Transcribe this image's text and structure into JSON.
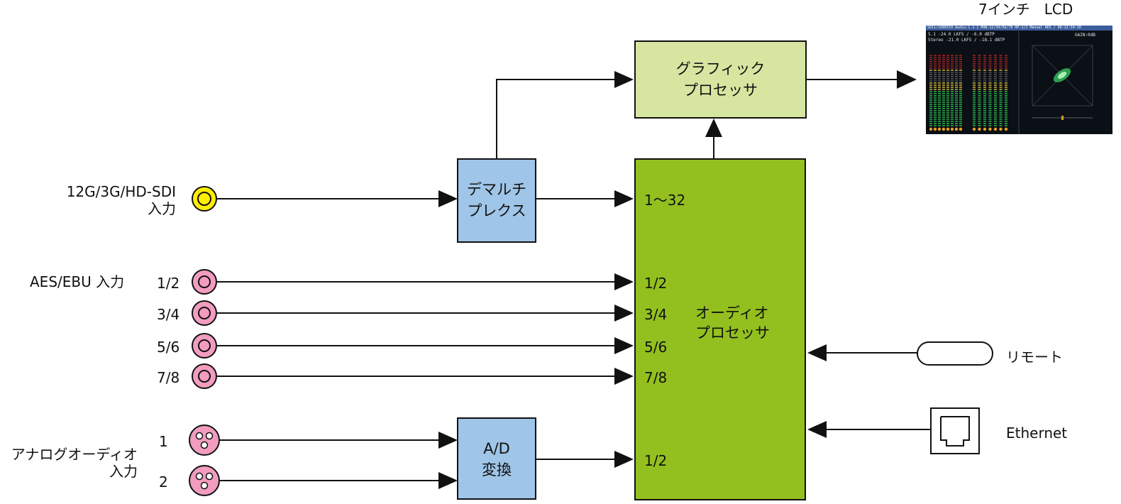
{
  "inputs": {
    "sdi_label_line1": "12G/3G/HD-SDI",
    "sdi_label_line2": "入力",
    "aes_label": "AES/EBU 入力",
    "aes_channels": [
      "1/2",
      "3/4",
      "5/6",
      "7/8"
    ],
    "analog_label_line1": "アナログオーディオ",
    "analog_label_line2": "入力",
    "analog_channels": [
      "1",
      "2"
    ]
  },
  "blocks": {
    "demux_line1": "デマルチ",
    "demux_line2": "プレクス",
    "ad_line1": "A/D",
    "ad_line2": "変換",
    "graphic_line1": "グラフィック",
    "graphic_line2": "プロセッサ",
    "audio_line1": "オーディオ",
    "audio_line2": "プロセッサ"
  },
  "processor_ports": {
    "sdi": "1～32",
    "aes": [
      "1/2",
      "3/4",
      "5/6",
      "7/8"
    ],
    "analog": "1/2"
  },
  "peripherals": {
    "remote_label": "リモート",
    "ethernet_label": "Ethernet"
  },
  "display": {
    "title": "7インチ　LCD",
    "screen_header": "SDI1/1080I59   Audio:1.1-1  MON:12/34/56/78  HP:1/2  Manual   AES / 00:12:34:10",
    "screen_row1": "5.1   -24.0 LKFS  /  -6.0 dBTP",
    "screen_row2": "Stereo -21.0 LKFS  /  -18.1 dBTP",
    "screen_gain": "GAIN:0dB"
  },
  "colors": {
    "sdi_connector": "#ffee00",
    "aes_connector": "#f29cbf",
    "demux_fill": "#9fc5e8",
    "audio_processor_fill": "#93c01f",
    "graphic_processor_fill": "#d6e6a0"
  }
}
